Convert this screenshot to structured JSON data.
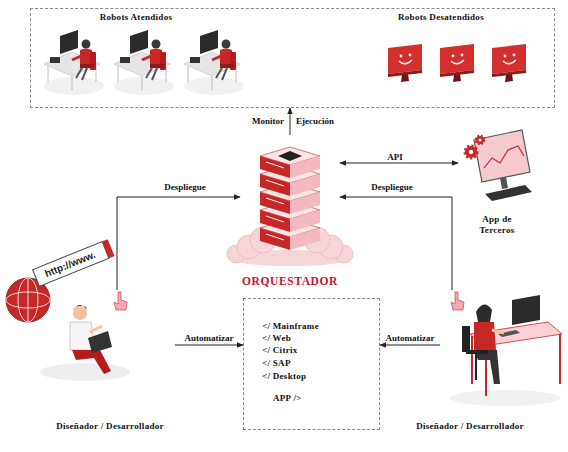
{
  "diagram": {
    "nodes": [
      {
        "text": [
          "Robots Atendidos",
          "Robots Desatendidos"
        ]
      },
      {
        "text": [
          "ORQUESTADOR"
        ]
      },
      {
        "text": [
          "App de Terceros"
        ]
      },
      {
        "text": [
          "Diseñador / Desarrollador"
        ]
      },
      {
        "text": [
          "</ Mainframe",
          "</ Web",
          "</ Citrix",
          "</ SAP",
          "</ Desktop",
          "APP />"
        ]
      },
      {
        "text": [
          "Diseñador / Desarrollador"
        ]
      }
    ],
    "edges": [
      {
        "from": 1,
        "to": 0,
        "arrow": "to"
      },
      {
        "from": 1,
        "to": 2,
        "label": "API",
        "arrow": "both"
      },
      {
        "from": 3,
        "to": 1,
        "label": "Despliegue",
        "arrow": "to"
      },
      {
        "from": 5,
        "to": 1,
        "label": "Despliegue",
        "arrow": "to"
      },
      {
        "from": 3,
        "to": 4,
        "label": "Automatizar",
        "arrow": "to"
      },
      {
        "from": 5,
        "to": 4,
        "label": "Automatizar",
        "arrow": "to"
      }
    ],
    "labels": [
      "Monitor",
      "Ejecución",
      "http://www."
    ]
  }
}
